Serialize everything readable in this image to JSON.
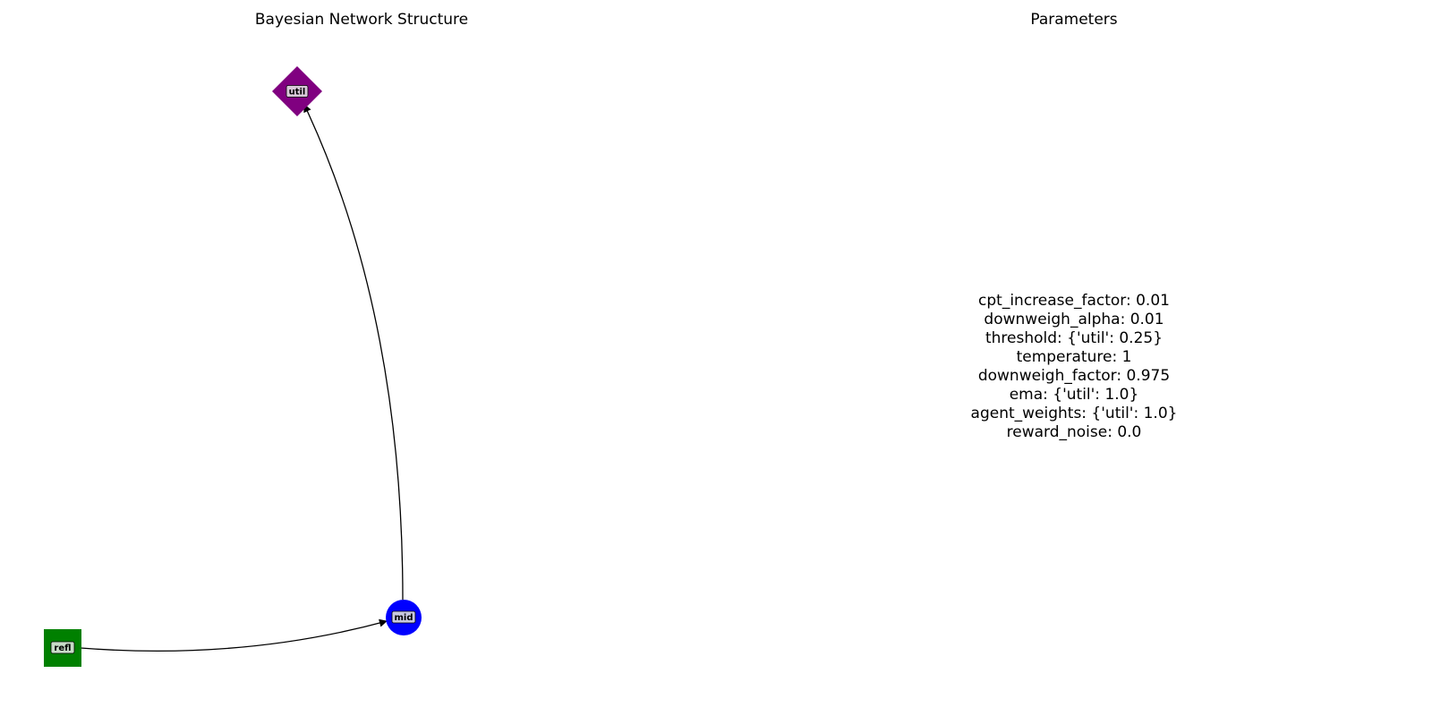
{
  "diagram": {
    "title": "Bayesian Network Structure",
    "nodes": [
      {
        "id": "util",
        "label": "util",
        "shape": "diamond",
        "color": "#800080"
      },
      {
        "id": "mid",
        "label": "mid",
        "shape": "circle",
        "color": "#0000ff"
      },
      {
        "id": "refl",
        "label": "refl",
        "shape": "square",
        "color": "#008000"
      }
    ],
    "edges": [
      {
        "from": "refl",
        "to": "mid"
      },
      {
        "from": "mid",
        "to": "util"
      }
    ]
  },
  "parameters": {
    "title": "Parameters",
    "lines": [
      "cpt_increase_factor: 0.01",
      "downweigh_alpha: 0.01",
      "threshold: {'util': 0.25}",
      "temperature: 1",
      "downweigh_factor: 0.975",
      "ema: {'util': 1.0}",
      "agent_weights: {'util': 1.0}",
      "reward_noise: 0.0"
    ]
  }
}
